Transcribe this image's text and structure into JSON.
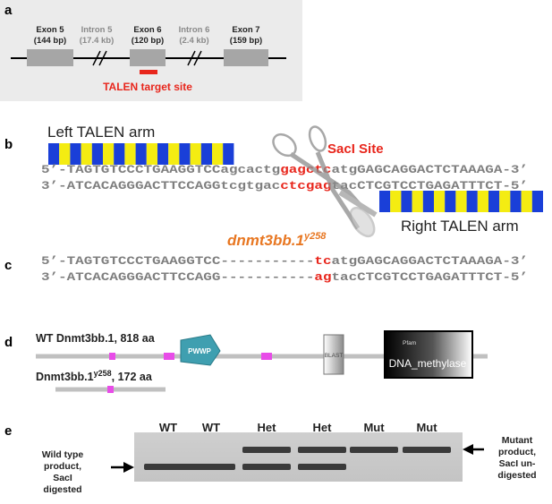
{
  "panels": {
    "a": "a",
    "b": "b",
    "c": "c",
    "d": "d",
    "e": "e"
  },
  "panel_a": {
    "exon5": {
      "name": "Exon 5",
      "size": "(144 bp)"
    },
    "intron5": {
      "name": "Intron 5",
      "size": "(17.4 kb)"
    },
    "exon6": {
      "name": "Exon 6",
      "size": "(120 bp)"
    },
    "intron6": {
      "name": "Intron 6",
      "size": "(2.4 kb)"
    },
    "exon7": {
      "name": "Exon 7",
      "size": "(159 bp)"
    },
    "target_label": "TALEN target site",
    "bg_color": "#ebebeb",
    "exon_color": "#a6a6a6",
    "target_color": "#e8261c"
  },
  "panel_b": {
    "left_arm_label": "Left TALEN arm",
    "right_arm_label": "Right TALEN arm",
    "sacI_label": "SacI Site",
    "top_strand": {
      "prefix": "5’-",
      "seg1": "TAGTGTCCCTGAAGGTCC",
      "seg2": "agcactg",
      "site": "gagctc",
      "seg3": "atg",
      "seg4": "GAGCAGGACTCTAAAGA",
      "suffix": "-3’"
    },
    "bottom_strand": {
      "prefix": "3’-",
      "seg1": "ATCACAGGGACTTCCAGG",
      "seg2": "tcgtgac",
      "site": "ctcgag",
      "seg3": "tac",
      "seg4": "CTCGTCCTGAGATTTCT",
      "suffix": "-5’"
    },
    "blue": "#1a3fd8",
    "yellow": "#f4ec12",
    "scissors_icon": "scissors-icon"
  },
  "panel_c": {
    "allele_prefix": "dnmt3bb.1",
    "allele_sup": "y258",
    "top_strand": {
      "prefix": "5’-",
      "seg1": "TAGTGTCCCTGAAGGTCC",
      "gap": "-----------",
      "site": "tc",
      "seg3": "atg",
      "seg4": "GAGCAGGACTCTAAAGA",
      "suffix": "-3’"
    },
    "bottom_strand": {
      "prefix": "3’-",
      "seg1": "ATCACAGGGACTTCCAGG",
      "gap": "-----------",
      "site": "ag",
      "seg3": "tac",
      "seg4": "CTCGTCCTGAGATTTCT",
      "suffix": "-5’"
    },
    "allele_color": "#e87722"
  },
  "panel_d": {
    "wt_label": "WT Dnmt3bb.1, 818 aa",
    "mut_label_prefix": "Dnmt3bb.1",
    "mut_label_sup": "y258",
    "mut_label_suffix": ", 172 aa",
    "pwwp": "PWWP",
    "blast": "BLAST",
    "pfam": "Pfam",
    "dna_methylase": "DNA_methylase",
    "pwwp_color": "#3f9fb0",
    "mark_color": "#e84ce8"
  },
  "panel_e": {
    "lanes": [
      "WT",
      "WT",
      "Het",
      "Het",
      "Mut",
      "Mut"
    ],
    "left_label": [
      "Wild type",
      "product,",
      "SacI",
      "digested"
    ],
    "right_label": [
      "Mutant",
      "product,",
      "SacI un-",
      "digested"
    ]
  }
}
